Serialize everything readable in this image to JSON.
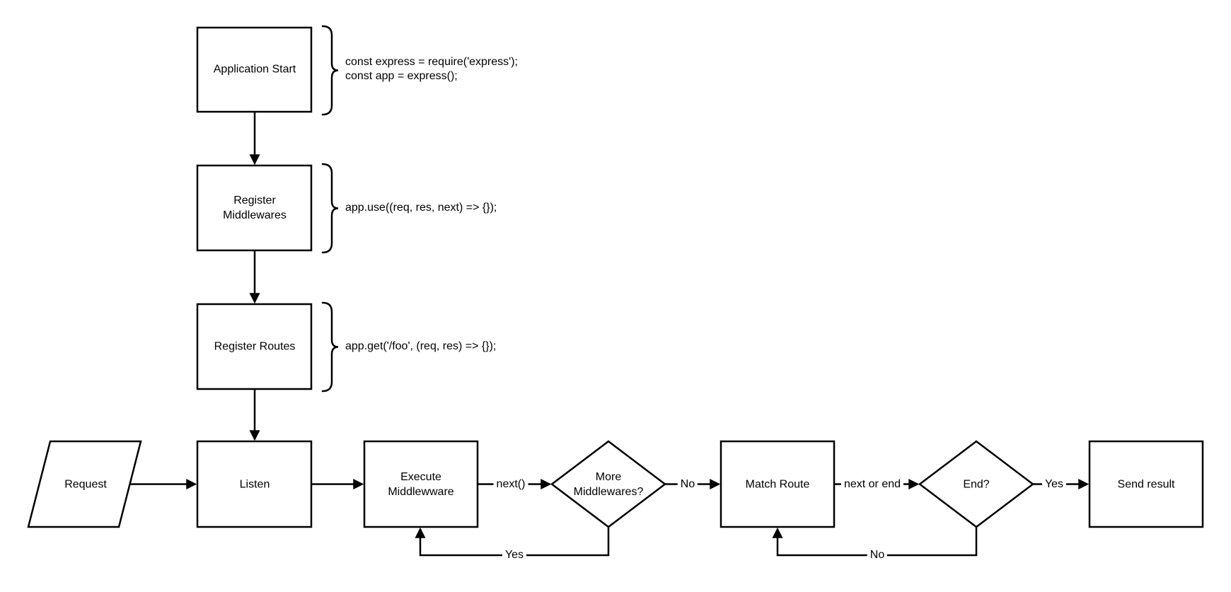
{
  "canvas": {
    "background": "#ffffff",
    "stroke_color": "#000000",
    "text_color": "#000000"
  },
  "nodes": {
    "application_start": {
      "label": "Application Start"
    },
    "register_middlewares": {
      "label": "Register\nMiddlewares"
    },
    "register_routes": {
      "label": "Register Routes"
    },
    "request": {
      "label": "Request"
    },
    "listen": {
      "label": "Listen"
    },
    "execute_middleware": {
      "label": "Execute\nMiddlewware"
    },
    "more_middlewares": {
      "label": "More\nMiddlewares?"
    },
    "match_route": {
      "label": "Match Route"
    },
    "end_decision": {
      "label": "End?"
    },
    "send_result": {
      "label": "Send result"
    }
  },
  "code_annotations": {
    "application_start": "const express = require('express');\nconst app = express();",
    "register_middlewares": "app.use((req, res, next) => {});",
    "register_routes": "app.get('/foo', (req, res) => {});"
  },
  "edge_labels": {
    "execute_to_more": "next()",
    "more_to_match": "No",
    "match_to_end": "next or end",
    "end_to_send": "Yes",
    "more_loop_back": "Yes",
    "end_loop_back": "No"
  }
}
